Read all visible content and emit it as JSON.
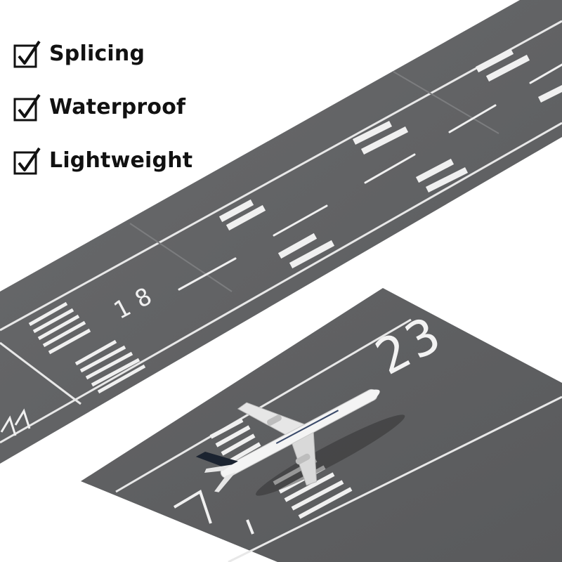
{
  "features": [
    {
      "label": "Splicing",
      "icon": "checkbox-checked-icon"
    },
    {
      "label": "Waterproof",
      "icon": "checkbox-checked-icon"
    },
    {
      "label": "Lightweight",
      "icon": "checkbox-checked-icon"
    }
  ],
  "runway_strip": {
    "number": "18"
  },
  "runway_piece": {
    "number": "23"
  },
  "colors": {
    "asphalt": "#5f6062",
    "marking": "#f2f2f2",
    "background": "#ffffff",
    "text": "#111111"
  }
}
